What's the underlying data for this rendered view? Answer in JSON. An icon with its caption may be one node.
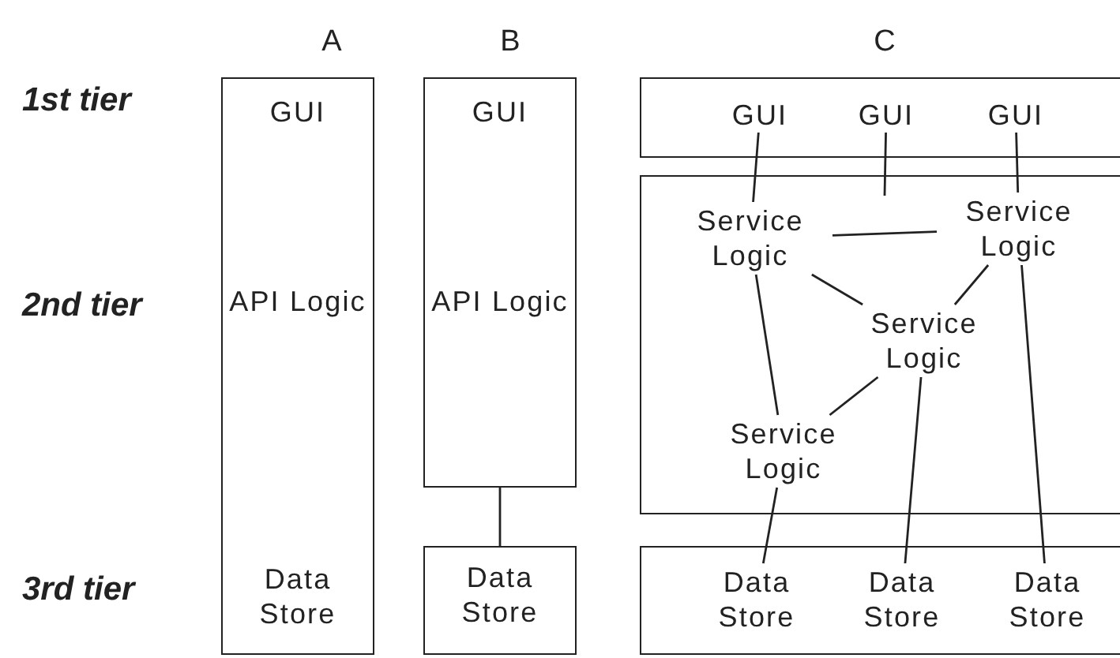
{
  "diagram": {
    "nodes": [
      {
        "text": [
          "GUI",
          "API Logic",
          "Data Store"
        ]
      },
      {
        "text": [
          "GUI",
          "API Logic"
        ]
      },
      {
        "text": [
          "Data Store"
        ]
      },
      {
        "text": [],
        "shape": "box"
      },
      {
        "text": [
          "GUI"
        ],
        "in": 3
      },
      {
        "text": [
          "GUI"
        ],
        "in": 3
      },
      {
        "text": [
          "GUI"
        ],
        "in": 3
      },
      {
        "text": [],
        "shape": "box"
      },
      {
        "text": [
          "Service Logic"
        ],
        "in": 7
      },
      {
        "text": [
          "Service Logic"
        ],
        "in": 7
      },
      {
        "text": [
          "Service Logic"
        ],
        "in": 7
      },
      {
        "text": [
          "Service Logic"
        ],
        "in": 7
      },
      {
        "text": [],
        "shape": "box"
      },
      {
        "text": [
          "Data Store"
        ],
        "in": 12
      },
      {
        "text": [
          "Data Store"
        ],
        "in": 12
      },
      {
        "text": [
          "Data Store"
        ],
        "in": 12
      }
    ],
    "edges": [
      {
        "from": 1,
        "to": 2,
        "arrow": "none"
      },
      {
        "from": 4,
        "to": 8,
        "arrow": "none"
      },
      {
        "from": 5,
        "to": null,
        "arrow": "none"
      },
      {
        "from": 6,
        "to": 9,
        "arrow": "none"
      },
      {
        "from": 8,
        "to": 9,
        "arrow": "none"
      },
      {
        "from": 8,
        "to": 10,
        "arrow": "none"
      },
      {
        "from": 8,
        "to": 11,
        "arrow": "none"
      },
      {
        "from": 10,
        "to": 11,
        "arrow": "none"
      },
      {
        "from": 9,
        "to": 10,
        "arrow": "none"
      },
      {
        "from": 11,
        "to": 13,
        "arrow": "none"
      },
      {
        "from": 10,
        "to": 14,
        "arrow": "none"
      },
      {
        "from": 9,
        "to": 15,
        "arrow": "none"
      }
    ],
    "labels": [
      "A",
      "B",
      "C",
      "1st tier",
      "2nd tier",
      "3rd tier"
    ]
  }
}
